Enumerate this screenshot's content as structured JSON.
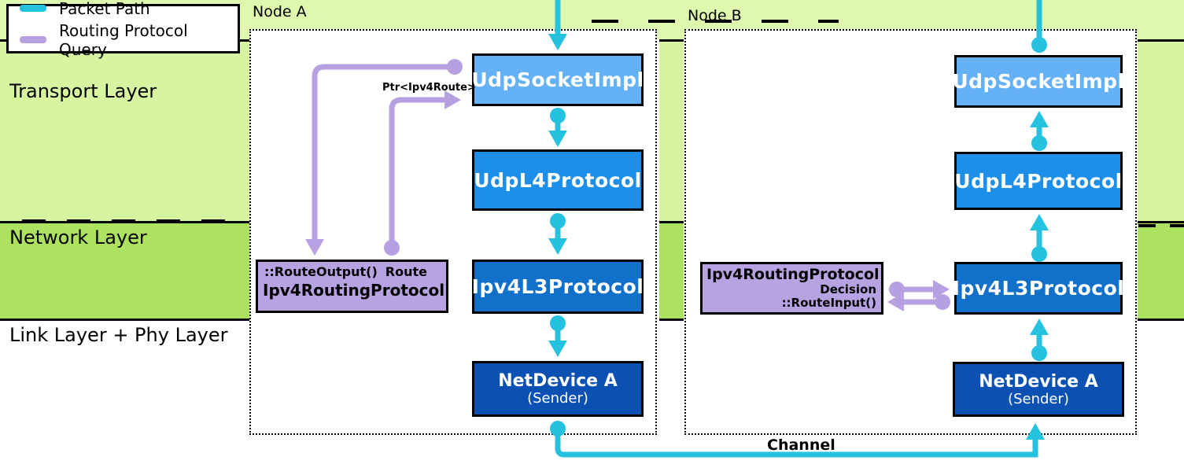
{
  "legend": {
    "items": [
      {
        "label": "Packet Path",
        "color": "#24c2df"
      },
      {
        "label": "Routing Protocol Query",
        "color": "#b7a0e2"
      }
    ]
  },
  "layers": {
    "transport": "Transport Layer",
    "network": "Network Layer",
    "link_phy": "Link Layer + Phy Layer"
  },
  "node_a": {
    "title": "Node A",
    "udp_socket": "UdpSocketImpl",
    "udp_l4": "UdpL4Protocol",
    "ipv4_l3": "Ipv4L3Protocol",
    "netdevice": "NetDevice A",
    "netdevice_role": "(Sender)",
    "routing_title": "Ipv4RoutingProtocol",
    "route_output": "::RouteOutput()",
    "route": "Route",
    "ptr_route": "Ptr<Ipv4Route>"
  },
  "node_b": {
    "title": "Node B",
    "udp_socket": "UdpSocketImpl",
    "udp_l4": "UdpL4Protocol",
    "ipv4_l3": "Ipv4L3Protocol",
    "netdevice": "NetDevice A",
    "netdevice_role": "(Sender)",
    "routing_title": "Ipv4RoutingProtocol",
    "decision": "Decision",
    "route_input": "::RouteInput()"
  },
  "channel_label": "Channel",
  "colors": {
    "packet_path": "#24c2df",
    "routing_query": "#b7a0e2",
    "udp_socket_fill": "#64b1f6",
    "udp_l4_fill": "#1d8fe9",
    "ipv4_l3_fill": "#1170c9",
    "netdevice_fill": "#0b50b3",
    "routing_box_fill": "#b7a3e2",
    "transport_band": "#d7f5a1",
    "network_band": "#ace25f",
    "top_strip": "#def8ad"
  }
}
